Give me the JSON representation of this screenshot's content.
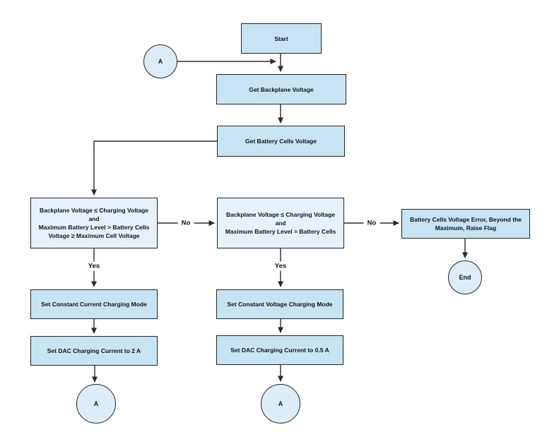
{
  "diagram": {
    "type": "flowchart",
    "colors": {
      "background": "#ffffff",
      "process_fill": "#c6e4f4",
      "decision_fill": "#e7f1f9",
      "terminal_fill": "#dcedf8",
      "border": "#232428",
      "connector": "#2b2b2b",
      "text": "#0f1320"
    },
    "nodes": {
      "start": {
        "label": "Start"
      },
      "connector_a_top": {
        "label": "A"
      },
      "get_backplane": {
        "label": "Get Backplane Voltage"
      },
      "get_battery": {
        "label": "Get Battery Cells Voltage"
      },
      "decision_cc": {
        "lines": [
          "Backplane Voltage ≤ Charging Voltage",
          "and",
          "Maximum Battery Level > Battery Cells",
          "Voltage ≥ Maximum Cell Voltage"
        ]
      },
      "decision_cv": {
        "lines": [
          "Backplane Voltage ≤ Charging Voltage",
          "and",
          "Maximum Battery Level = Battery Cells"
        ]
      },
      "error_flag": {
        "lines": [
          "Battery Cells Voltage Error, Beyond the",
          "Maximum, Raise Flag"
        ]
      },
      "end": {
        "label": "End"
      },
      "set_cc_mode": {
        "label": "Set Constant Current Charging Mode"
      },
      "set_cv_mode": {
        "label": "Set Constant Voltage Charging Mode"
      },
      "set_dac_2a": {
        "label": "Set DAC Charging Current to 2 A"
      },
      "set_dac_05a": {
        "label": "Set DAC Charging Current to 0.5 A"
      },
      "connector_a_left": {
        "label": "A"
      },
      "connector_a_mid": {
        "label": "A"
      }
    },
    "edge_labels": {
      "no_left": "No",
      "no_right": "No",
      "yes_left": "Yes",
      "yes_mid": "Yes"
    }
  }
}
